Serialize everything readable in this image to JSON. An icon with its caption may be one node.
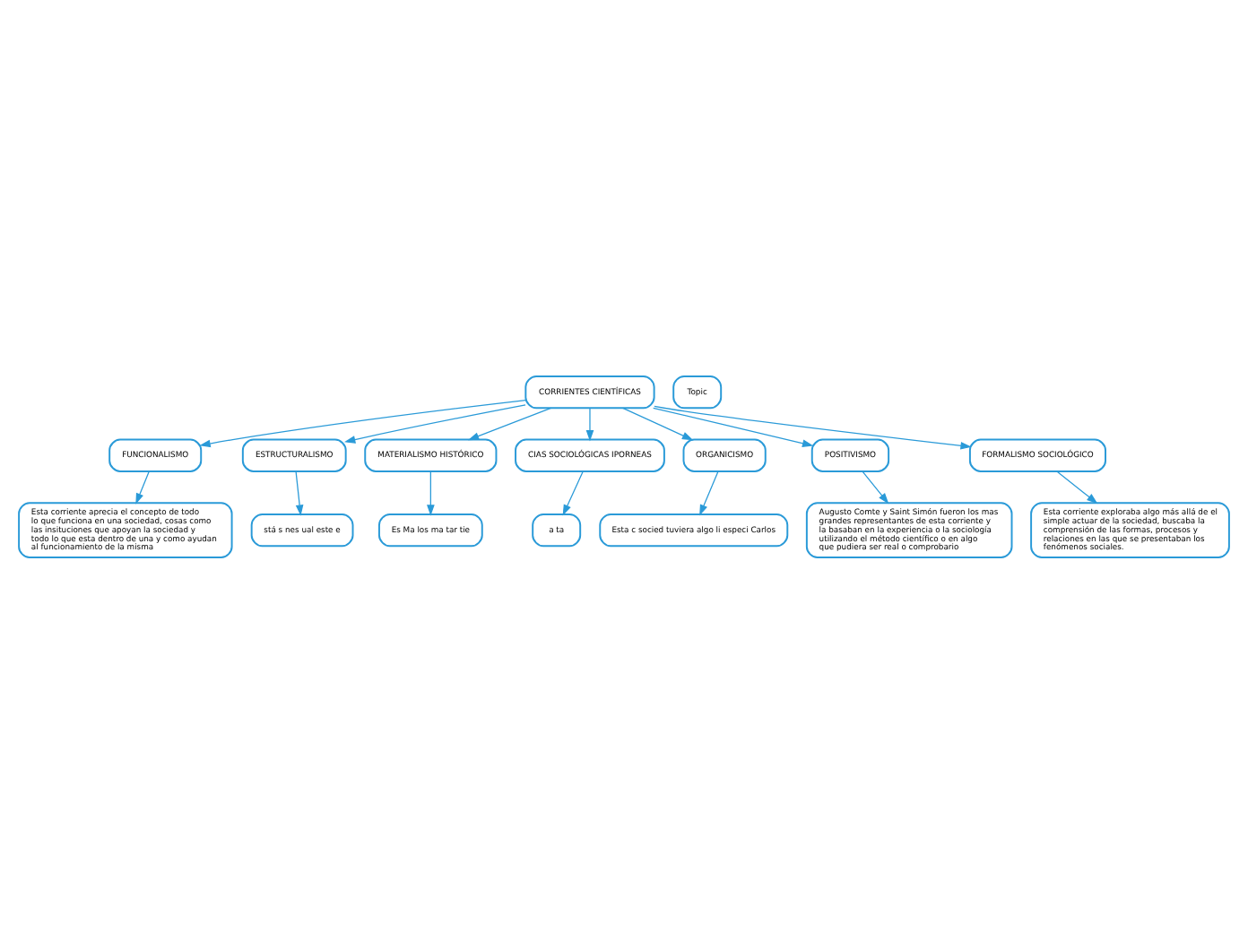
{
  "diagram": {
    "nodes": [
      {
        "text": [
          "CORRIENTES CIENTÍFICAS"
        ]
      },
      {
        "text": [
          "FUNCIONALISMO"
        ]
      },
      {
        "text": [
          "Esta corriente aprecia el concepto de todo lo que funciona en una sociedad, cosas como las insituciones que apoyan la sociedad y todo lo que esta dentro de una y como ayudan al funcionamiento de la misma"
        ]
      },
      {
        "text": [
          "ESTRUCTURALISMO"
        ]
      },
      {
        "text": [
          "stá s nes ual este e"
        ]
      },
      {
        "text": [
          "MATERIALISMO HISTÓRICO"
        ]
      },
      {
        "text": [
          "Es Ma los ma tar tie"
        ]
      },
      {
        "text": [
          "CIAS SOCIOLÓGICAS IPORNEAS"
        ]
      },
      {
        "text": [
          "a ta"
        ]
      },
      {
        "text": [
          "ORGANICISMO"
        ]
      },
      {
        "text": [
          "Esta c socied tuviera algo li especi Carlos"
        ]
      },
      {
        "text": [
          "POSITIVISMO"
        ]
      },
      {
        "text": [
          "Augusto Comte y Saint Simón fueron los mas grandes representantes de esta corriente y la basaban en la experiencia o la sociología utilizando el método científico o en algo que pudiera ser real o comprobario"
        ]
      },
      {
        "text": [
          "FORMALISMO SOCIOLÓGICO"
        ]
      },
      {
        "text": [
          "Esta corriente exploraba algo más allá de el simple actuar de la sociedad, buscaba la comprensión de las formas, procesos y relaciones en las que se presentaban los fenómenos sociales."
        ]
      },
      {
        "text": [
          "Topic"
        ]
      }
    ],
    "edges": [
      {
        "from": 0,
        "to": 1,
        "arrow": "to"
      },
      {
        "from": 1,
        "to": 2,
        "arrow": "to"
      },
      {
        "from": 0,
        "to": 3,
        "arrow": "to"
      },
      {
        "from": 3,
        "to": 4,
        "arrow": "to"
      },
      {
        "from": 0,
        "to": 5,
        "arrow": "to"
      },
      {
        "from": 5,
        "to": 6,
        "arrow": "to"
      },
      {
        "from": 0,
        "to": 7,
        "arrow": "to"
      },
      {
        "from": 7,
        "to": 8,
        "arrow": "to"
      },
      {
        "from": 0,
        "to": 9,
        "arrow": "to"
      },
      {
        "from": 9,
        "to": 10,
        "arrow": "to"
      },
      {
        "from": 0,
        "to": 11,
        "arrow": "to"
      },
      {
        "from": 11,
        "to": 12,
        "arrow": "to"
      },
      {
        "from": 0,
        "to": 13,
        "arrow": "to"
      },
      {
        "from": 13,
        "to": 14,
        "arrow": "to"
      }
    ]
  }
}
